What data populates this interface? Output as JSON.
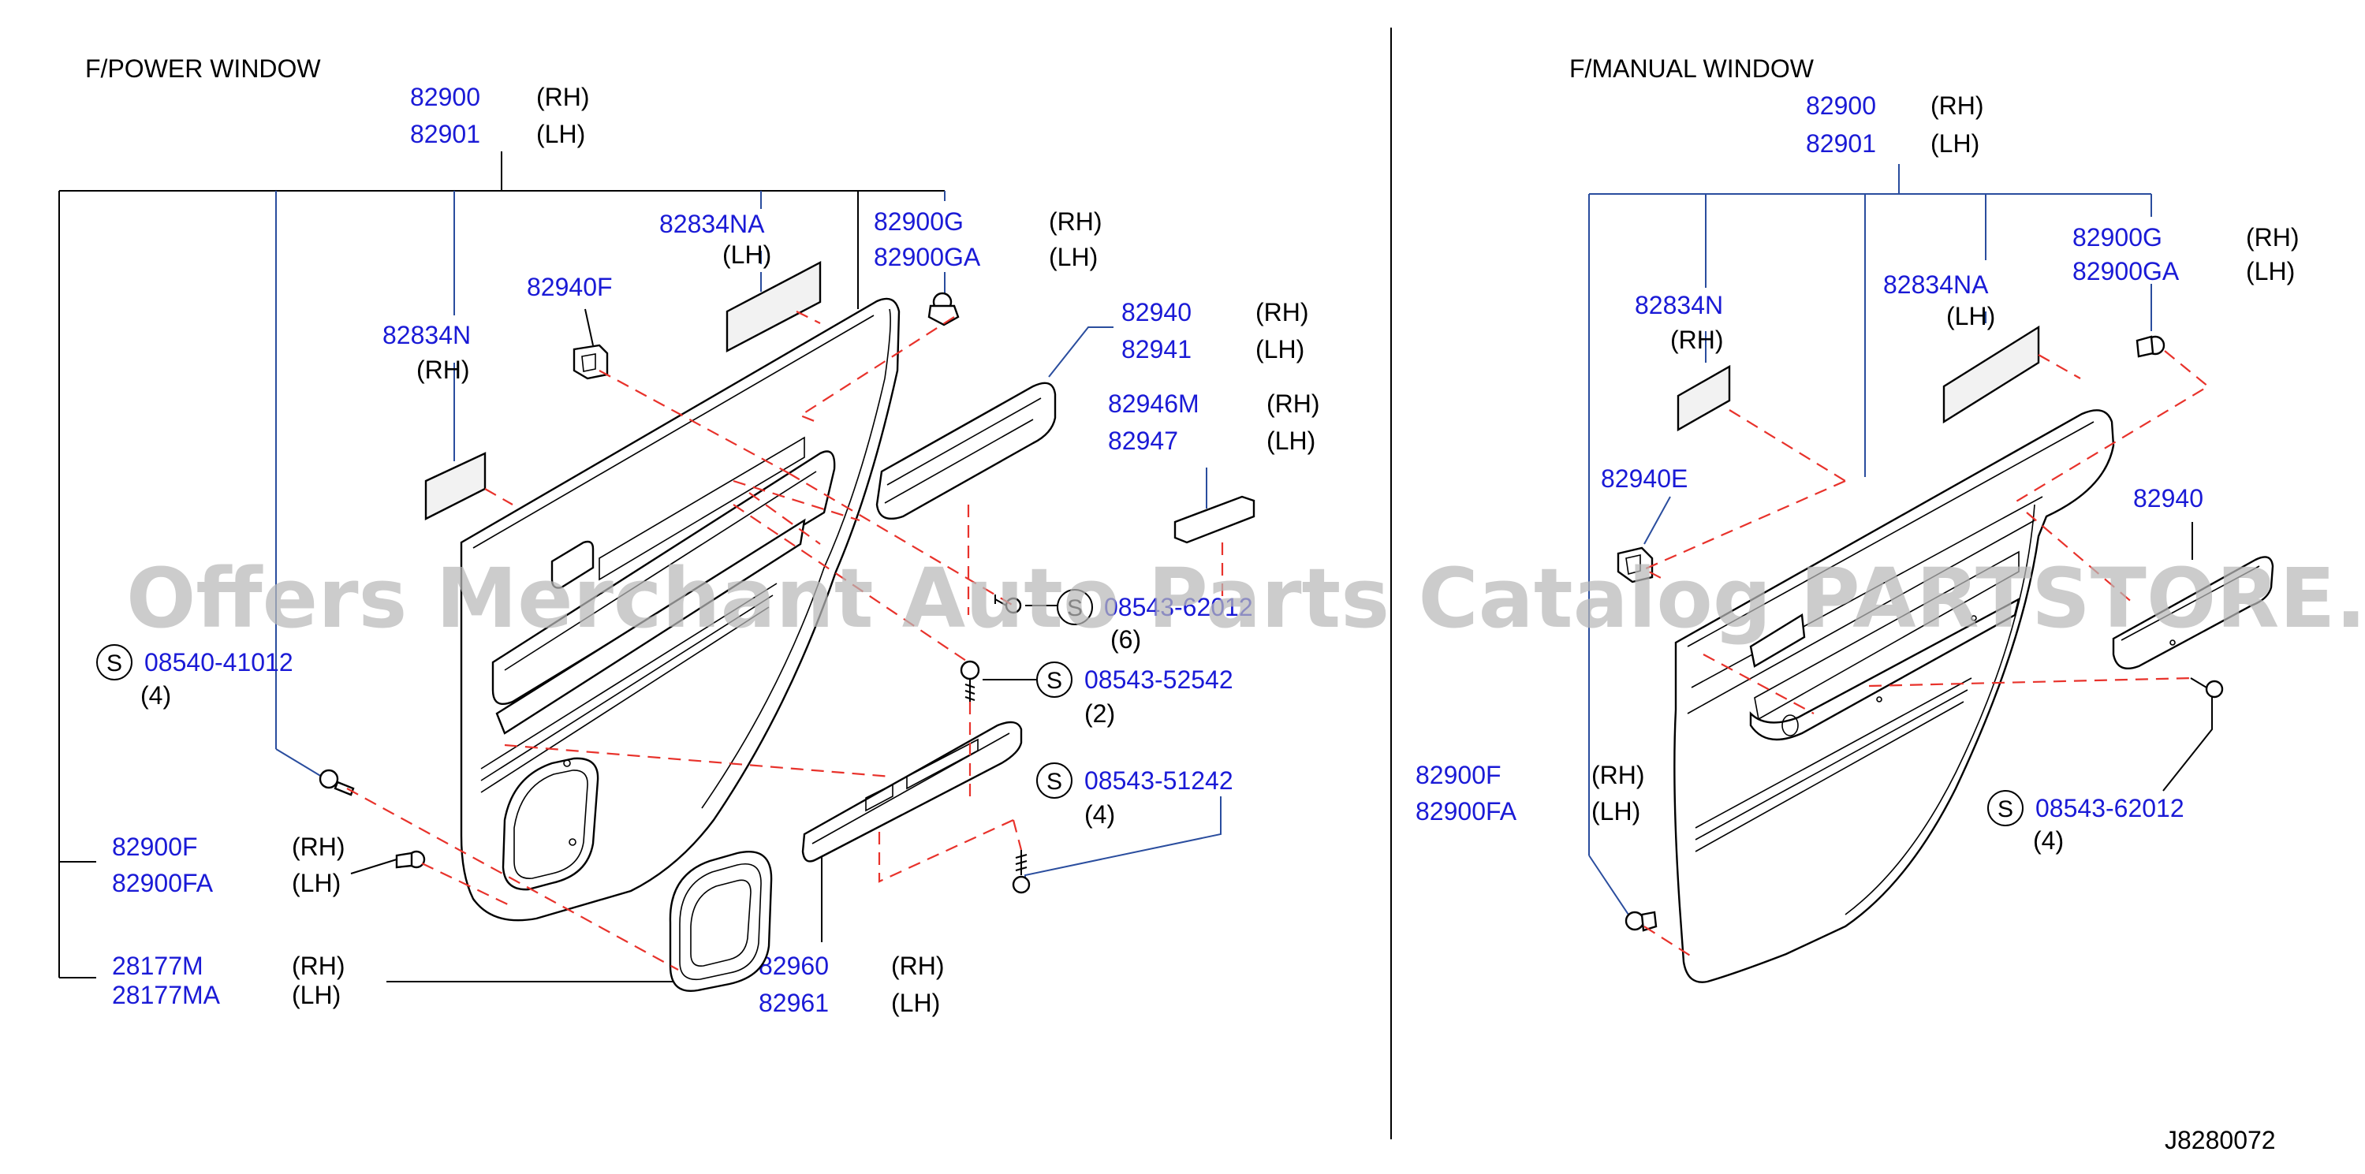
{
  "sections": {
    "power_title": "F/POWER   WINDOW",
    "manual_title": "F/MANUAL   WINDOW"
  },
  "watermark": "Offers Merchant Auto Parts Catalog PARTSTORE.SA",
  "diagram_code": "J8280072",
  "colors": {
    "part_number": "#1a1ad6",
    "leader": "#2a4d9e",
    "assembly_path": "#e8322b",
    "text": "#000000"
  },
  "power": {
    "p82900": {
      "num": "82900",
      "side": "(RH)"
    },
    "p82901": {
      "num": "82901",
      "side": "(LH)"
    },
    "p82834NA": {
      "num": "82834NA",
      "side": "(LH)"
    },
    "p82900G": {
      "num": "82900G",
      "side": "(RH)"
    },
    "p82900GA": {
      "num": "82900GA",
      "side": "(LH)"
    },
    "p82940F": {
      "num": "82940F"
    },
    "p82834N": {
      "num": "82834N",
      "side": "(RH)"
    },
    "p82940": {
      "num": "82940",
      "side": "(RH)"
    },
    "p82941": {
      "num": "82941",
      "side": "(LH)"
    },
    "p82946M": {
      "num": "82946M",
      "side": "(RH)"
    },
    "p82947": {
      "num": "82947",
      "side": "(LH)"
    },
    "s62012": {
      "sym": "S",
      "num": "08543-62012",
      "qty": "(6)"
    },
    "s41012": {
      "sym": "S",
      "num": "08540-41012",
      "qty": "(4)"
    },
    "s52542": {
      "sym": "S",
      "num": "08543-52542",
      "qty": "(2)"
    },
    "s51242": {
      "sym": "S",
      "num": "08543-51242",
      "qty": "(4)"
    },
    "p82900F": {
      "num": "82900F",
      "side": "(RH)"
    },
    "p82900FA": {
      "num": "82900FA",
      "side": "(LH)"
    },
    "p28177M": {
      "num": "28177M",
      "side": "(RH)"
    },
    "p28177MA": {
      "num": "28177MA",
      "side": "(LH)"
    },
    "p82960": {
      "num": "82960",
      "side": "(RH)"
    },
    "p82961": {
      "num": "82961",
      "side": "(LH)"
    }
  },
  "manual": {
    "p82900": {
      "num": "82900",
      "side": "(RH)"
    },
    "p82901": {
      "num": "82901",
      "side": "(LH)"
    },
    "p82900G": {
      "num": "82900G",
      "side": "(RH)"
    },
    "p82900GA": {
      "num": "82900GA",
      "side": "(LH)"
    },
    "p82834N": {
      "num": "82834N",
      "side": "(RH)"
    },
    "p82834NA": {
      "num": "82834NA",
      "side": "(LH)"
    },
    "p82940E": {
      "num": "82940E"
    },
    "p82940": {
      "num": "82940"
    },
    "p82900F": {
      "num": "82900F",
      "side": "(RH)"
    },
    "p82900FA": {
      "num": "82900FA",
      "side": "(LH)"
    },
    "s62012": {
      "sym": "S",
      "num": "08543-62012",
      "qty": "(4)"
    }
  }
}
